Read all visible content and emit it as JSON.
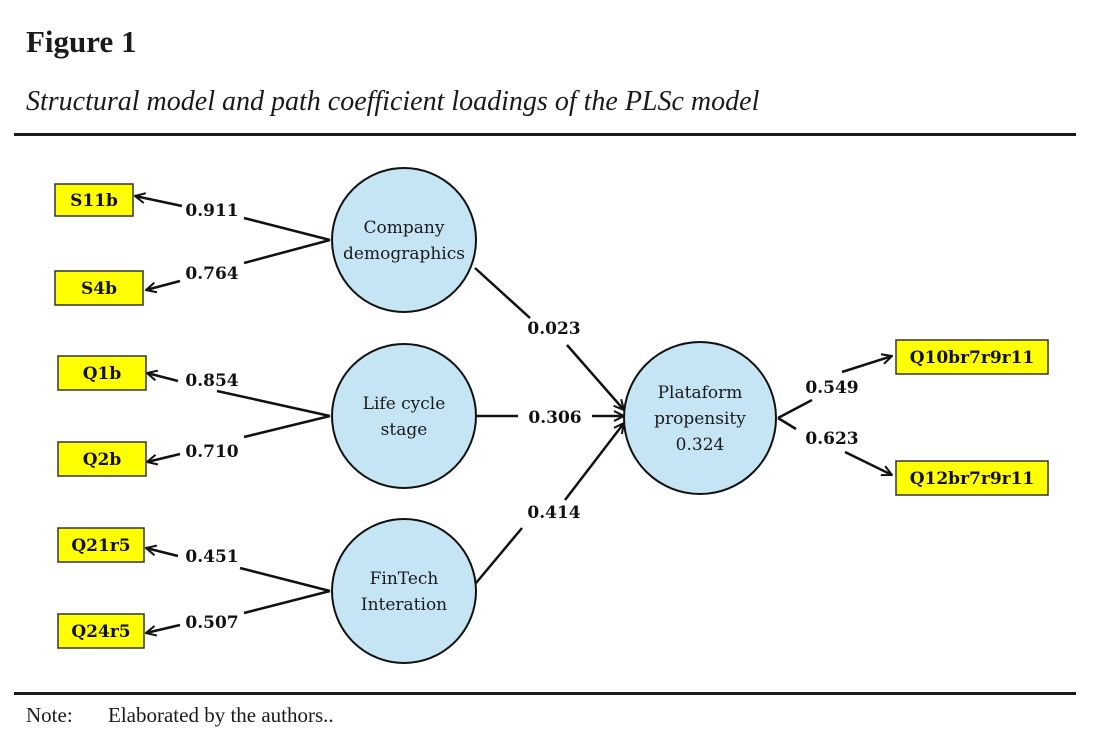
{
  "figure": {
    "label": "Figure 1",
    "caption": "Structural model and path coefficient loadings of the PLSc model"
  },
  "note": {
    "label": "Note:",
    "text": "Elaborated by the authors.."
  },
  "colors": {
    "latent_fill": "#c5e5f5",
    "indicator_fill": "#ffff00",
    "stroke": "#111111"
  },
  "diagram": {
    "latent_variables": [
      {
        "id": "cd",
        "lines": [
          "Company",
          "demographics"
        ]
      },
      {
        "id": "lcs",
        "lines": [
          "Life cycle",
          "stage"
        ]
      },
      {
        "id": "fti",
        "lines": [
          "FinTech",
          "Interation"
        ]
      },
      {
        "id": "pp",
        "lines": [
          "Plataform",
          "propensity",
          "0.324"
        ],
        "r2": "0.324"
      }
    ],
    "indicators": [
      {
        "id": "S11b",
        "label": "S11b",
        "latent": "cd",
        "loading": "0.911"
      },
      {
        "id": "S4b",
        "label": "S4b",
        "latent": "cd",
        "loading": "0.764"
      },
      {
        "id": "Q1b",
        "label": "Q1b",
        "latent": "lcs",
        "loading": "0.854"
      },
      {
        "id": "Q2b",
        "label": "Q2b",
        "latent": "lcs",
        "loading": "0.710"
      },
      {
        "id": "Q21r5",
        "label": "Q21r5",
        "latent": "fti",
        "loading": "0.451"
      },
      {
        "id": "Q24r5",
        "label": "Q24r5",
        "latent": "fti",
        "loading": "0.507"
      },
      {
        "id": "Q10br7r9r11",
        "label": "Q10br7r9r11",
        "latent": "pp",
        "loading": "0.549"
      },
      {
        "id": "Q12br7r9r11",
        "label": "Q12br7r9r11",
        "latent": "pp",
        "loading": "0.623"
      }
    ],
    "paths": [
      {
        "from": "cd",
        "to": "pp",
        "coefficient": "0.023"
      },
      {
        "from": "lcs",
        "to": "pp",
        "coefficient": "0.306"
      },
      {
        "from": "fti",
        "to": "pp",
        "coefficient": "0.414"
      }
    ]
  }
}
